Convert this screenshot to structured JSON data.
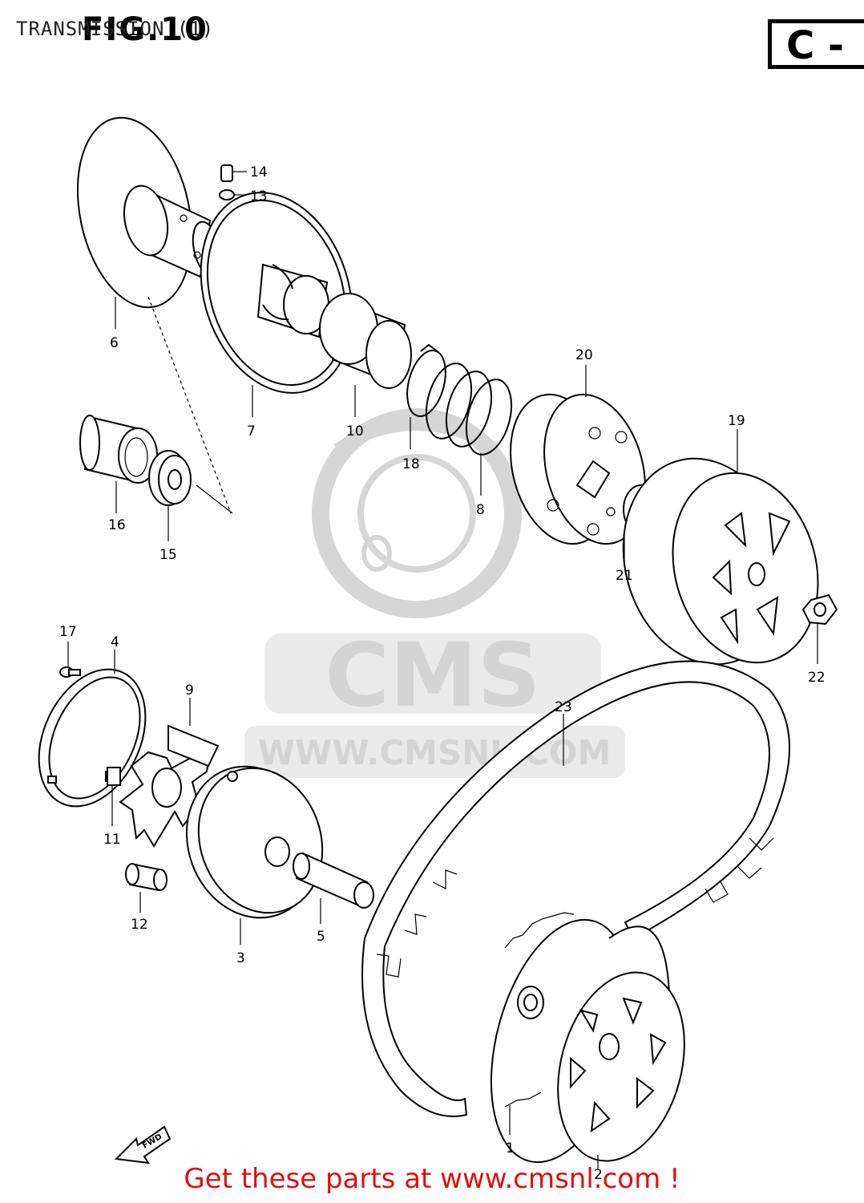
{
  "header": {
    "title": "TRANSMISSION (1)",
    "fig_label": "FIG.10",
    "code": "C -"
  },
  "watermark": {
    "brand": "CMS",
    "url": "WWW.CMSNL.COM"
  },
  "direction_marker": "FWD",
  "footer": {
    "text": "Get these parts at www.cmsnl.com !"
  },
  "parts": {
    "p1": "1",
    "p2": "2",
    "p3": "3",
    "p4": "4",
    "p5": "5",
    "p6": "6",
    "p7": "7",
    "p8": "8",
    "p9": "9",
    "p10": "10",
    "p11": "11",
    "p12": "12",
    "p13": "13",
    "p14": "14",
    "p15": "15",
    "p16": "16",
    "p17": "17",
    "p18": "18",
    "p19": "19",
    "p20": "20",
    "p21": "21",
    "p22": "22",
    "p23": "23"
  },
  "colors": {
    "footer_text": "#e01010",
    "line_art": "#000000",
    "watermark": "#d6d6d6"
  }
}
